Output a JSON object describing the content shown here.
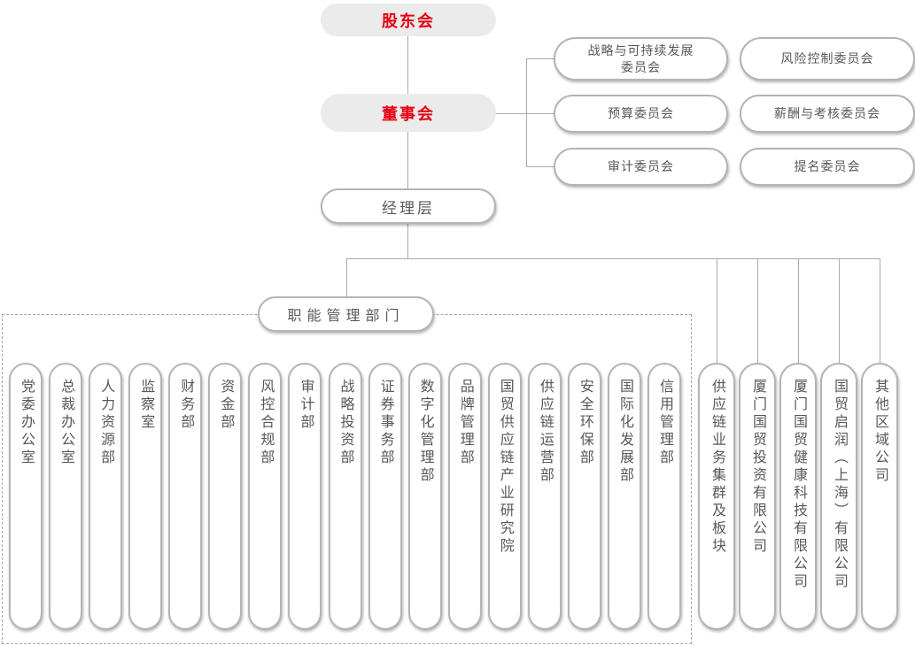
{
  "colors": {
    "accent_red": "#e60012",
    "gray_pill_bg": "#ebebeb",
    "pill_border": "#b4b4b5",
    "text_gray": "#595757",
    "line_gray": "#a9a9a9"
  },
  "nodes": {
    "shareholders": "股东会",
    "board": "董事会",
    "management": "经理层",
    "functional_departments": "职能管理部门"
  },
  "committees": [
    {
      "lines": [
        "战略与可持续发展",
        "委员会"
      ]
    },
    {
      "lines": [
        "风险控制委员会"
      ]
    },
    {
      "lines": [
        "预算委员会"
      ]
    },
    {
      "lines": [
        "薪酬与考核委员会"
      ]
    },
    {
      "lines": [
        "审计委员会"
      ]
    },
    {
      "lines": [
        "提名委员会"
      ]
    }
  ],
  "departments": [
    "党委办公室",
    "总裁办公室",
    "人力资源部",
    "监察室",
    "财务部",
    "资金部",
    "风控合规部",
    "审计部",
    "战略投资部",
    "证券事务部",
    "数字化管理部",
    "品牌管理部",
    "国贸供应链产业研究院",
    "供应链运营部",
    "安全环保部",
    "国际化发展部",
    "信用管理部"
  ],
  "subsidiaries": [
    "供应链业务集群及板块",
    "厦门国贸投资有限公司",
    "厦门国贸健康科技有限公司",
    "国贸启润（上海）有限公司",
    "其他区域公司"
  ]
}
